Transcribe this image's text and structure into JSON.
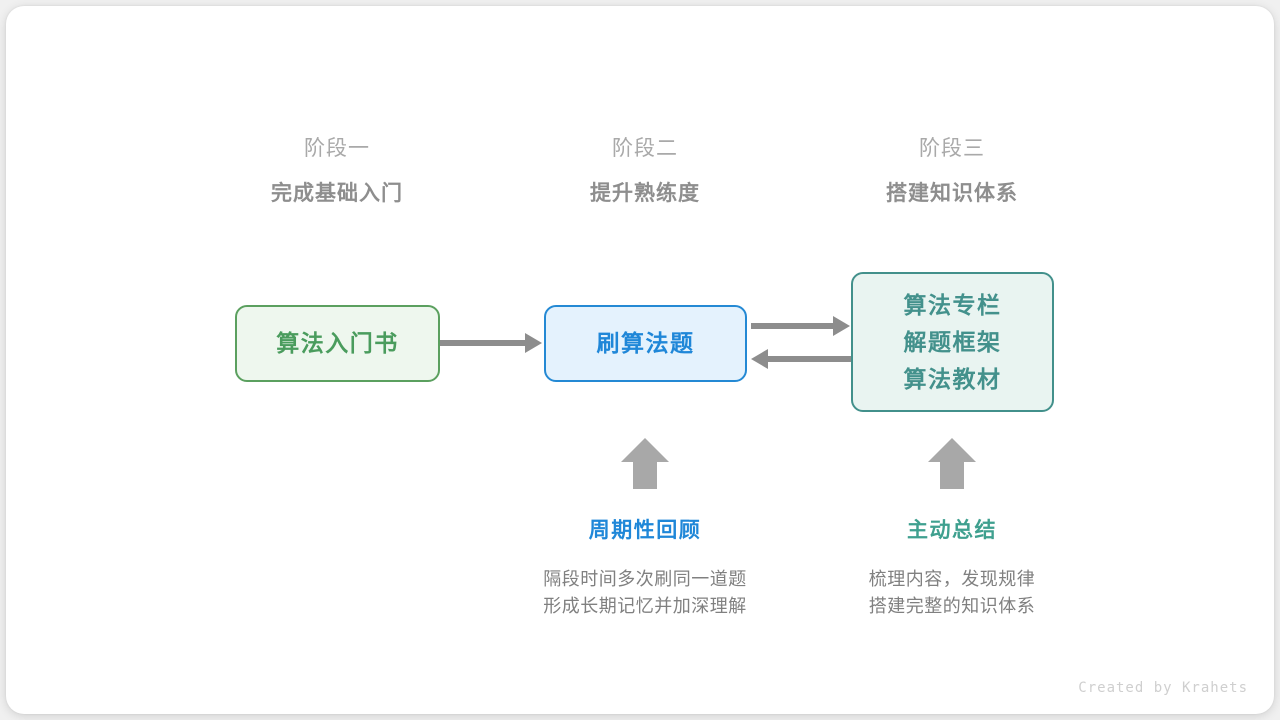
{
  "canvas": {
    "background": "#f0f0f0",
    "card_background": "#ffffff"
  },
  "stages": [
    {
      "name": "阶段一",
      "title": "完成基础入门"
    },
    {
      "name": "阶段二",
      "title": "提升熟练度"
    },
    {
      "name": "阶段三",
      "title": "搭建知识体系"
    }
  ],
  "nodes": {
    "book": {
      "lines": [
        "算法入门书"
      ],
      "text_color": "#4a9c5d",
      "border_color": "#5ba05f",
      "fill_color": "#eef7ee"
    },
    "practice": {
      "lines": [
        "刷算法题"
      ],
      "text_color": "#1f87d8",
      "border_color": "#2489d4",
      "fill_color": "#e4f2fd"
    },
    "resources": {
      "lines": [
        "算法专栏",
        "解题框架",
        "算法教材"
      ],
      "text_color": "#43918c",
      "border_color": "#42908b",
      "fill_color": "#e9f4f1"
    }
  },
  "arrows": {
    "color": "#8d8d8d",
    "book_to_practice": "right",
    "practice_to_resources": "right",
    "resources_to_practice": "left",
    "review_up": "up",
    "summary_up": "up"
  },
  "notes": [
    {
      "title": "周期性回顾",
      "title_color": "#1f87d8",
      "desc_line1": "隔段时间多次刷同一道题",
      "desc_line2": "形成长期记忆并加深理解"
    },
    {
      "title": "主动总结",
      "title_color": "#3fa08f",
      "desc_line1": "梳理内容，发现规律",
      "desc_line2": "搭建完整的知识体系"
    }
  ],
  "credit": "Created by Krahets"
}
